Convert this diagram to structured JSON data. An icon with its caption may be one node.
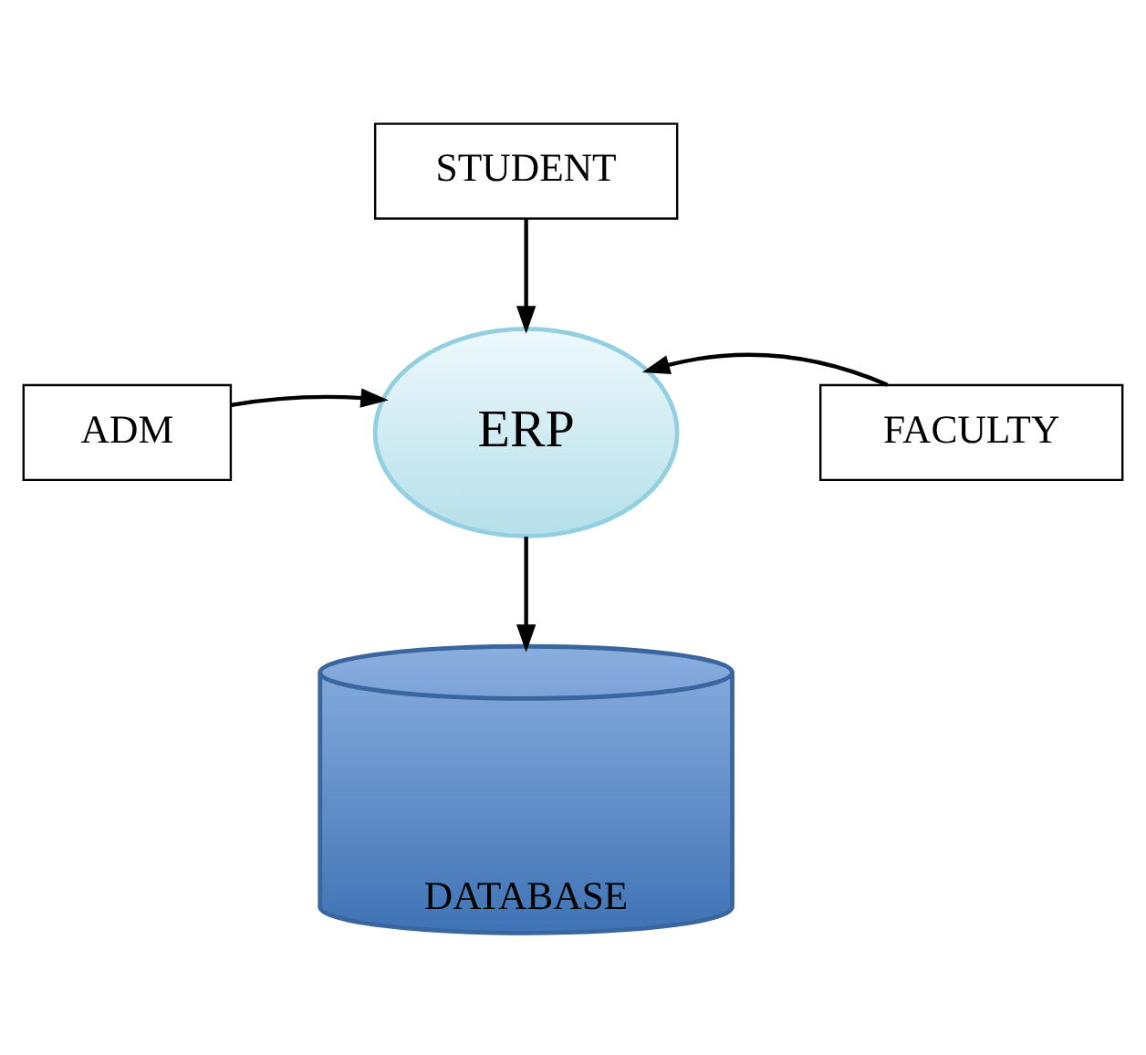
{
  "diagram": {
    "nodes": [
      {
        "text": [
          "STUDENT"
        ]
      },
      {
        "text": [
          "ADM"
        ]
      },
      {
        "text": [
          "ERP"
        ]
      },
      {
        "text": [
          "FACULTY"
        ]
      },
      {
        "text": [
          "DATABASE"
        ]
      }
    ],
    "edges": [
      {
        "from": 0,
        "to": 2,
        "arrow": "to"
      },
      {
        "from": 1,
        "to": 2,
        "arrow": "to"
      },
      {
        "from": 3,
        "to": 2,
        "arrow": "to"
      },
      {
        "from": 2,
        "to": 4,
        "arrow": "to"
      }
    ]
  }
}
